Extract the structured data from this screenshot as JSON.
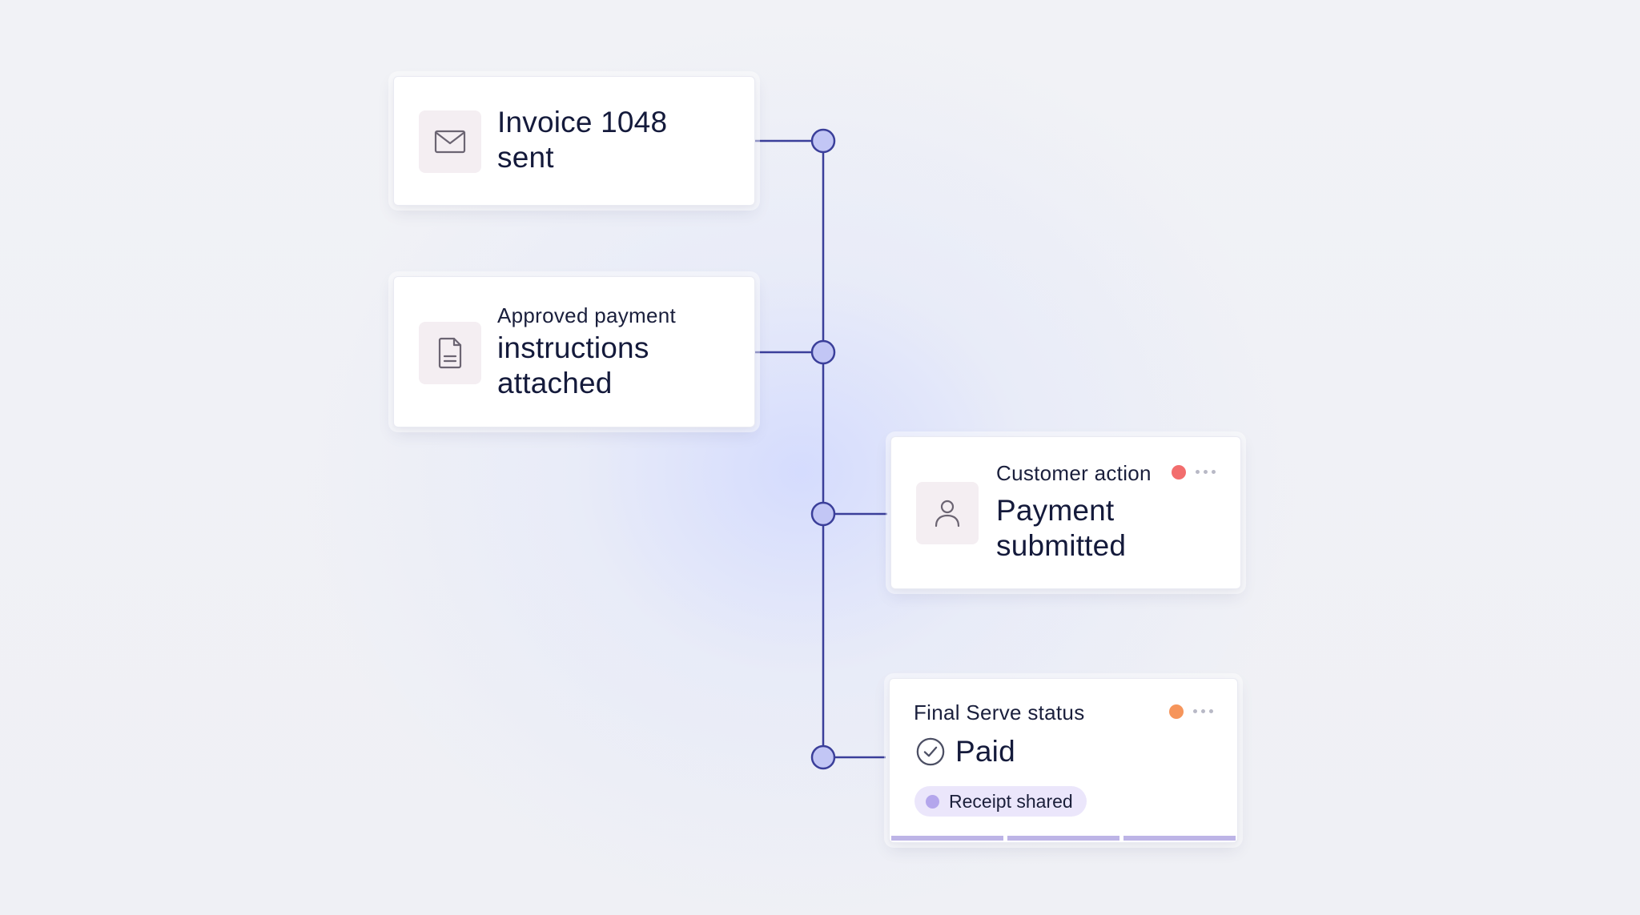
{
  "colors": {
    "timeline_line": "#3b3f9a",
    "node_fill": "#c2c6f5",
    "node_stroke": "#3b3f9a",
    "icon_tile_bg": "#f4eef2",
    "status_red": "#f26d6d",
    "status_orange": "#f6955b",
    "badge_bg": "#ebe6fb",
    "badge_dot": "#b4a6ec",
    "progress_segment": "#bdb4e6"
  },
  "events": [
    {
      "icon": "envelope-icon",
      "title": "Invoice 1048 sent"
    },
    {
      "icon": "document-icon",
      "subtitle": "Approved payment",
      "title": "instructions attached"
    },
    {
      "icon": "person-icon",
      "subtitle": "Customer action",
      "title": "Payment submitted",
      "status_color": "#f26d6d",
      "more_icon": "more-horizontal-icon"
    },
    {
      "subtitle": "Final Serve status",
      "status_icon": "check-circle-icon",
      "title": "Paid",
      "badge": "Receipt shared",
      "status_color": "#f6955b",
      "more_icon": "more-horizontal-icon",
      "progress_segments": 3
    }
  ]
}
